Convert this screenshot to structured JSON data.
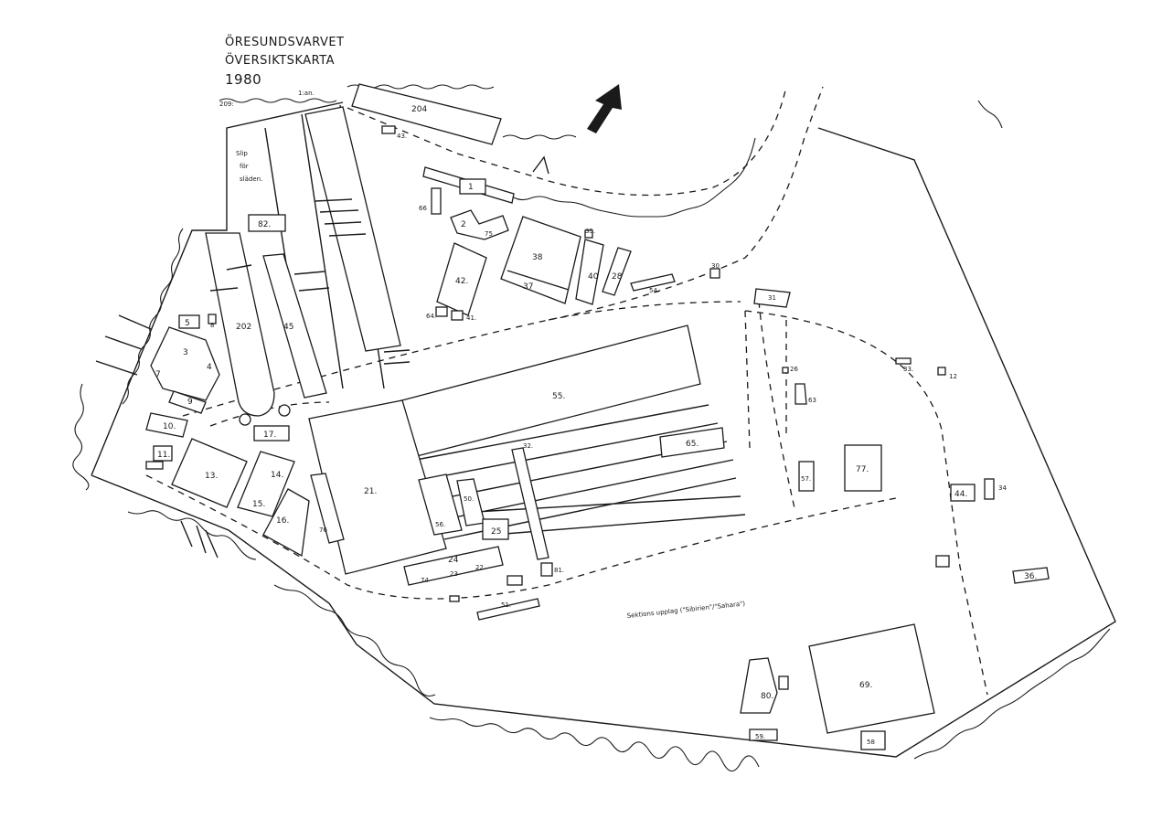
{
  "map": {
    "title_line1": "ÖRESUNDSVARVET",
    "title_line2": "ÖVERSIKTSKARTA",
    "year": "1980",
    "ink_color": "#1a1a1a",
    "north_arrow": "north-arrow-icon",
    "labels": {
      "b1": "1",
      "b2": "2",
      "b3": "3",
      "b4": "4",
      "b5": "5",
      "b7": "7",
      "b8": "8",
      "b9": "9",
      "b10": "10.",
      "b11": "11.",
      "b12": "12",
      "b13": "13.",
      "b14": "14.",
      "b15": "15.",
      "b16": "16.",
      "b17": "17.",
      "b21": "21.",
      "b22": "22.",
      "b23": "23",
      "b24": "24",
      "b25": "25",
      "b26": "26",
      "b28": "28",
      "b30": "30",
      "b31": "31",
      "b32": "32.",
      "b33": "33.",
      "b34": "34",
      "b35": "35.",
      "b36": "36.",
      "b37": "37",
      "b38": "38",
      "b40": "40",
      "b41": "41.",
      "b42": "42.",
      "b43": "43.",
      "b44": "44.",
      "b45": "45",
      "b50": "50.",
      "b51": "51.",
      "b54": "54.",
      "b55": "55.",
      "b56": "56.",
      "b57": "57.",
      "b58": "58",
      "b59": "59.",
      "b63": "63",
      "b64": "64.",
      "b65": "65.",
      "b66": "66",
      "b69": "69.",
      "b74": "74",
      "b75": "75",
      "b76": "76",
      "b77": "77.",
      "b80": "80.",
      "b81": "81.",
      "b82": "82.",
      "b202": "202",
      "b204": "204",
      "b209": "209:",
      "b1an": "1:an."
    },
    "slip_line1": "Slip",
    "slip_line2": "för",
    "slip_line3": "släden.",
    "sektion_label": "Sektions upplag (\"Sibirien\"/\"Sahara\")"
  }
}
